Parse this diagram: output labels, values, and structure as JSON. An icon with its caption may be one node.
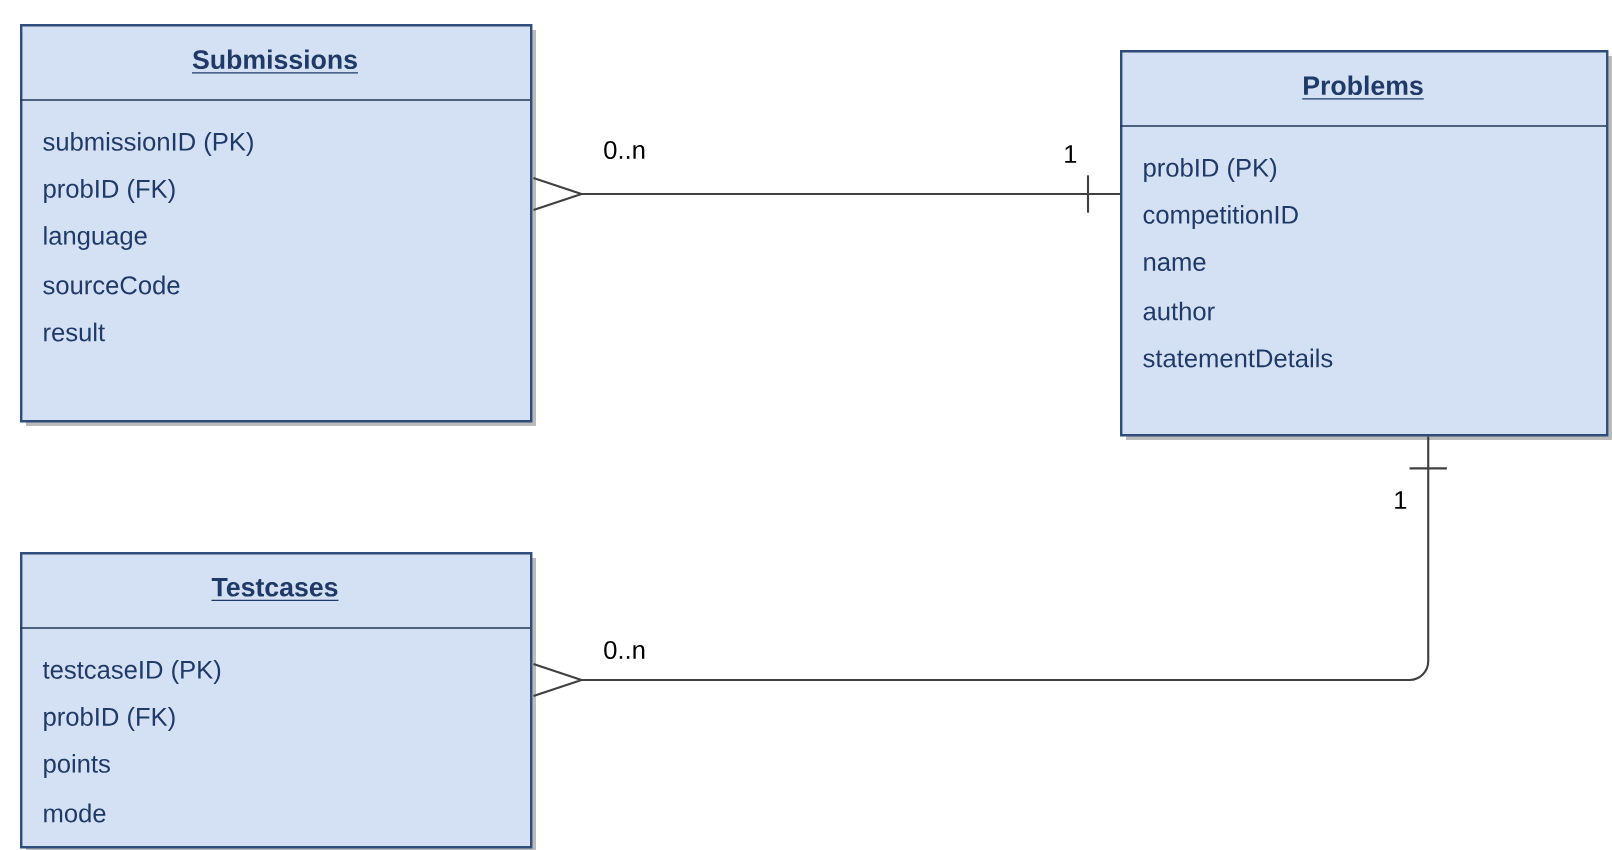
{
  "diagram": {
    "nodes": [
      {
        "text": [
          "Submissions",
          "submissionID (PK)",
          "probID (FK)",
          "language",
          "sourceCode",
          "result"
        ]
      },
      {
        "text": [
          "Problems",
          "probID (PK)",
          "competitionID",
          "name",
          "author",
          "statementDetails"
        ]
      },
      {
        "text": [
          "Testcases",
          "testcaseID (PK)",
          "probID (FK)",
          "points",
          "mode"
        ]
      }
    ],
    "edges": [
      {
        "from": 0,
        "to": 1,
        "arrow": "other"
      },
      {
        "from": 2,
        "to": 1,
        "arrow": "other"
      }
    ],
    "labels": [
      "0..n",
      "1",
      "1",
      "0..n"
    ]
  }
}
